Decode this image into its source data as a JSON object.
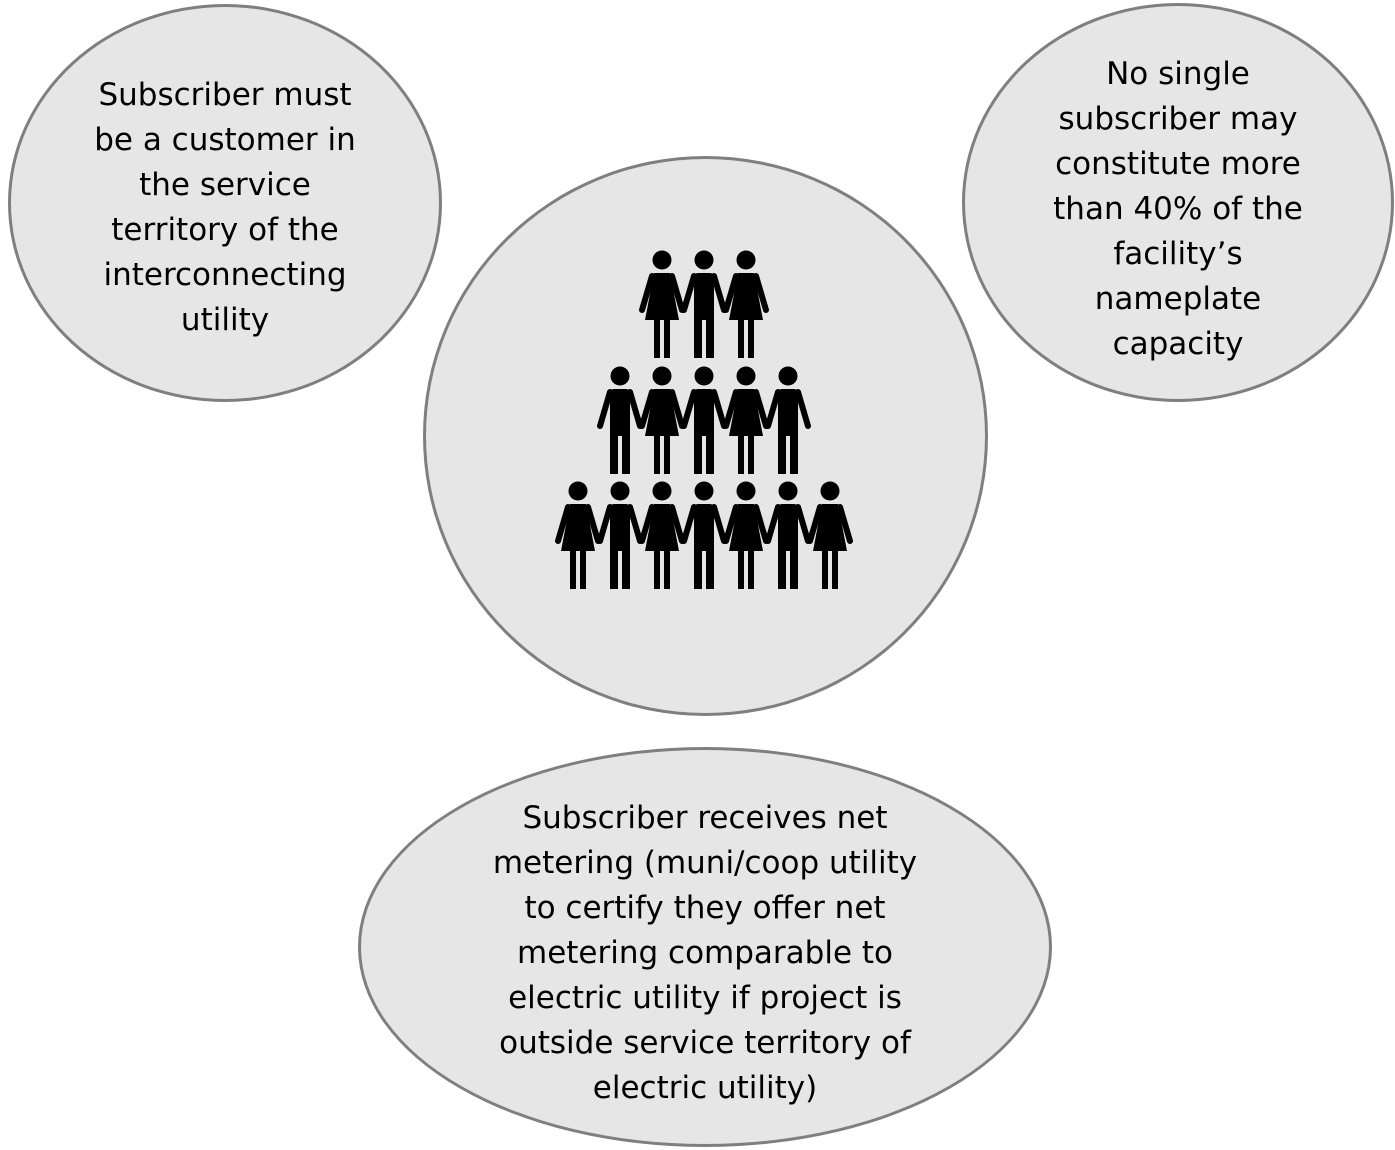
{
  "bubbles": {
    "top_left": "Subscriber must be a customer in the service territory of the interconnecting utility",
    "top_right": "No single subscriber may constitute more than 40% of the facility’s nameplate capacity",
    "bottom": "Subscriber receives net metering (muni/coop utility to certify they offer net metering comparable to electric utility if project is outside service territory of electric utility)"
  },
  "center_icon": {
    "name": "people-pyramid-icon",
    "rows": [
      [
        "f",
        "m",
        "f"
      ],
      [
        "m",
        "f",
        "m",
        "f",
        "m"
      ],
      [
        "f",
        "m",
        "f",
        "m",
        "f",
        "m",
        "f"
      ]
    ]
  },
  "colors": {
    "bubble_fill": "#e6e6e6",
    "bubble_border": "#7f7f7f",
    "icon": "#000000"
  }
}
